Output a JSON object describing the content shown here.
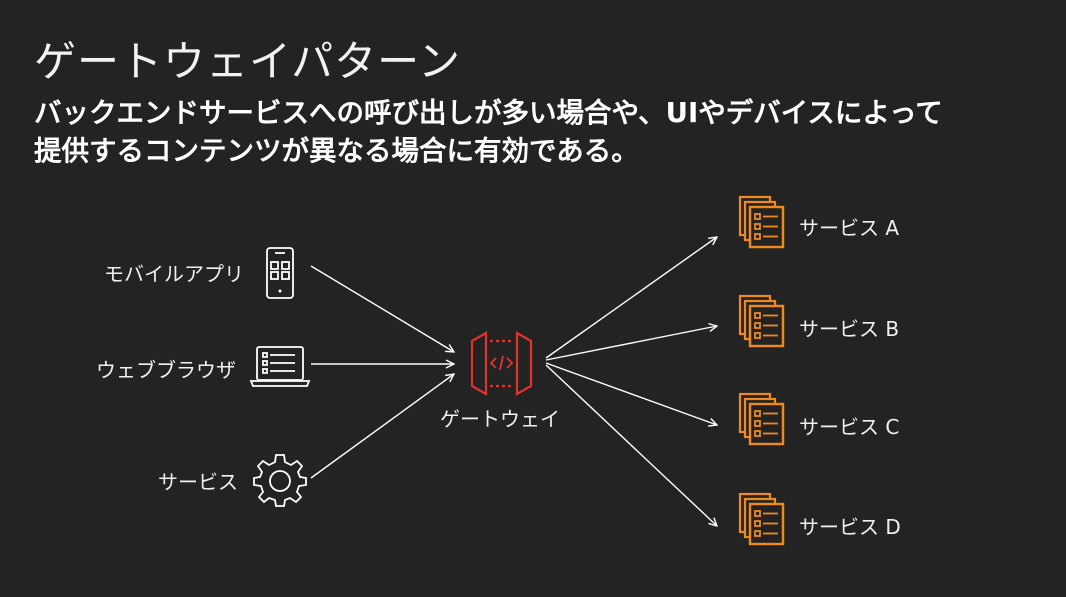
{
  "title": "ゲートウェイパターン",
  "subtitle": {
    "line1": "バックエンドサービスへの呼び出しが多い場合や、UIやデバイスによって",
    "line2": "提供するコンテンツが異なる場合に有効である。"
  },
  "clients": [
    {
      "label": "モバイルアプリ",
      "icon": "mobile-phone-icon"
    },
    {
      "label": "ウェブブラウザ",
      "icon": "laptop-browser-icon"
    },
    {
      "label": "サービス",
      "icon": "gear-icon"
    }
  ],
  "gateway": {
    "label": "ゲートウェイ",
    "icon": "api-gateway-icon"
  },
  "services": [
    {
      "label": "サービス A",
      "icon": "service-documents-icon"
    },
    {
      "label": "サービス B",
      "icon": "service-documents-icon"
    },
    {
      "label": "サービス C",
      "icon": "service-documents-icon"
    },
    {
      "label": "サービス D",
      "icon": "service-documents-icon"
    }
  ],
  "colors": {
    "background": "#232323",
    "text": "#ffffff",
    "arrow": "#ffffff",
    "gateway": "#e0342e",
    "service_icon": "#f08a1e"
  }
}
